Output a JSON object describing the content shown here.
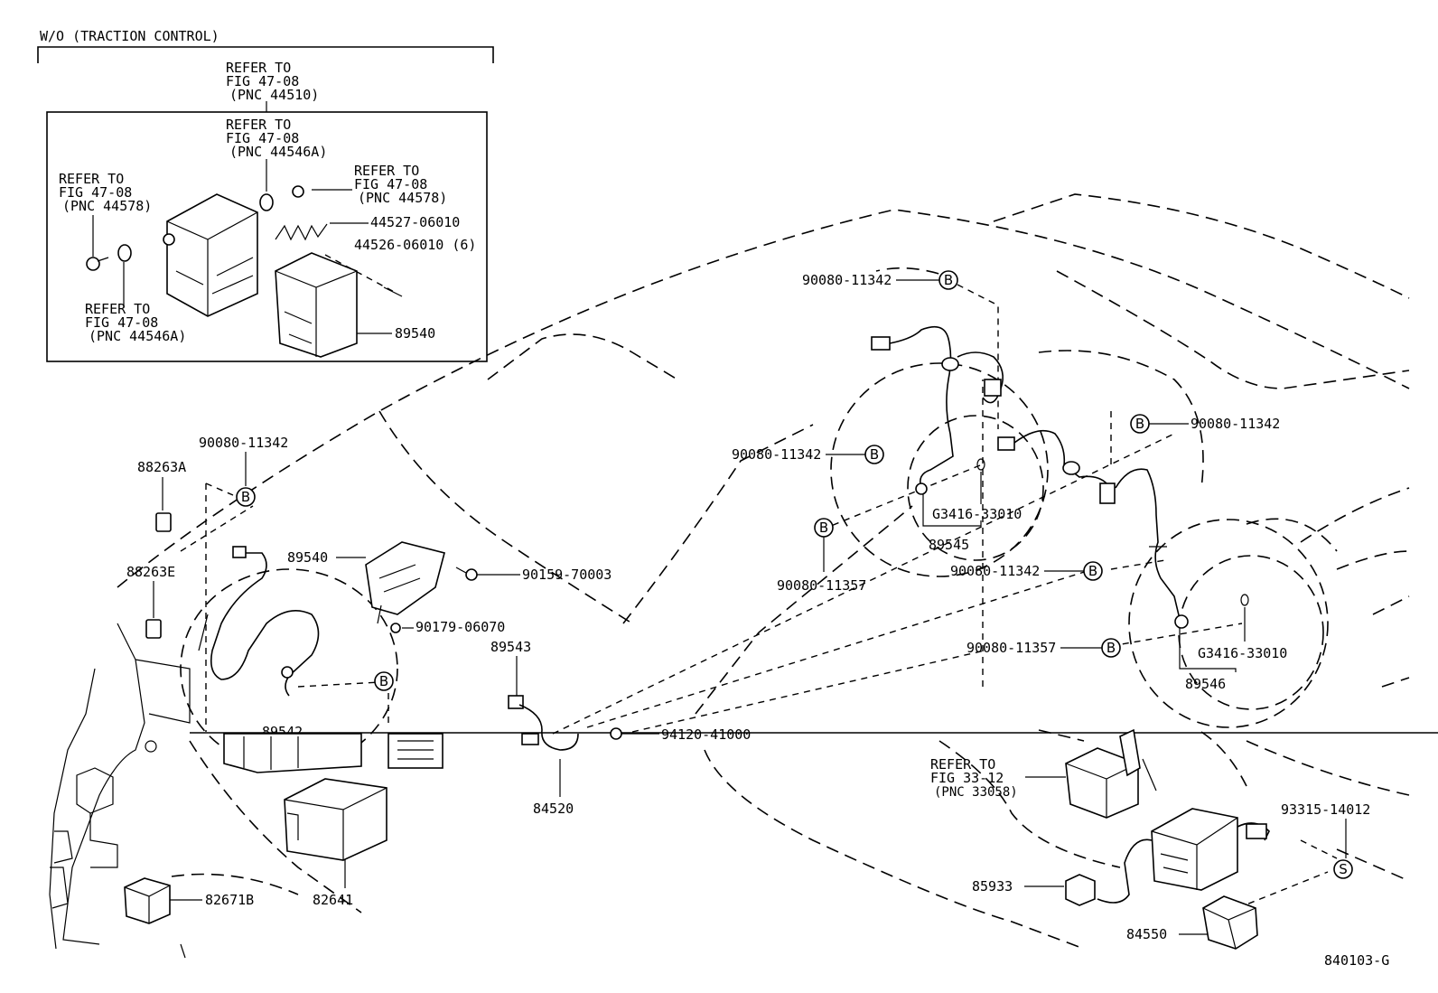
{
  "header": {
    "title": "W/O (TRACTION CONTROL)"
  },
  "inset": {
    "ref_top": [
      "REFER TO",
      "FIG 47-08",
      "(PNC 44510)"
    ],
    "ref_seal": [
      "REFER TO",
      "FIG 47-08",
      "(PNC 44546A)"
    ],
    "ref_bolt_right": [
      "REFER TO",
      "FIG 47-08",
      "(PNC 44578)"
    ],
    "ref_bolt_left": [
      "REFER TO",
      "FIG 47-08",
      "(PNC 44578)"
    ],
    "ref_seal_left": [
      "REFER TO",
      "FIG 47-08",
      "(PNC 44546A)"
    ],
    "part_spring": "44527-06010",
    "part_screw": "44526-06010 (6)",
    "part_ecu": "89540"
  },
  "labels": {
    "p90080_11342_a": "90080-11342",
    "p88263A": "88263A",
    "p88263E": "88263E",
    "p89540": "89540",
    "p90159": "90159-70003",
    "p90179": "90179-06070",
    "p89543": "89543",
    "p89542": "89542",
    "p94120": "94120-41000",
    "p84520": "84520",
    "p82641": "82641",
    "p82671B": "82671B",
    "p90080_11342_top": "90080-11342",
    "p90080_11342_mid": "90080-11342",
    "p90080_11357_left": "90080-11357",
    "pG3416_left": "G3416-33010",
    "p89545": "89545",
    "p90080_11342_right": "90080-11342",
    "p90080_11342_rmid": "90080-11342",
    "p90080_11357_right": "90080-11357",
    "pG3416_right": "G3416-33010",
    "p89546": "89546",
    "ref_fig33": [
      "REFER TO",
      "FIG 33-12",
      "(PNC 33058)"
    ],
    "p93315": "93315-14012",
    "p85933": "85933",
    "p84550": "84550",
    "figure_code": "840103-G"
  },
  "badges": {
    "b": "B",
    "s": "S"
  }
}
